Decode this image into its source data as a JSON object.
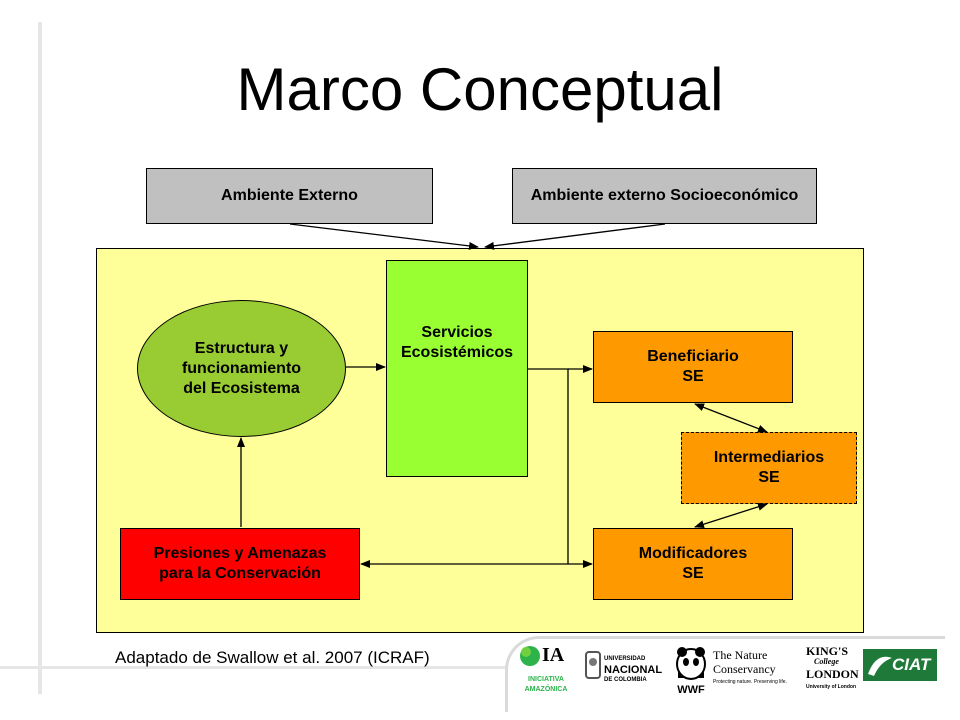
{
  "title": "Marco Conceptual",
  "boxes": {
    "ambiente_externo": "Ambiente Externo",
    "ambiente_socio": "Ambiente externo Socioeconómico",
    "servicios": [
      "Servicios",
      "Ecosistémicos"
    ],
    "estructura": [
      "Estructura y",
      "funcionamiento",
      "del Ecosistema"
    ],
    "beneficiario": [
      "Beneficiario",
      "SE"
    ],
    "intermediarios": [
      "Intermediarios",
      "SE"
    ],
    "modificadores": [
      "Modificadores",
      "SE"
    ],
    "presiones": [
      "Presiones y Amenazas",
      "para la Conservación"
    ]
  },
  "caption": "Adaptado de Swallow et al. 2007 (ICRAF)",
  "logos": {
    "iniciativa": [
      "IA",
      "INICIATIVA",
      "AMAZÓNICA"
    ],
    "unal": [
      "UNIVERSIDAD",
      "NACIONAL",
      "DE COLOMBIA"
    ],
    "wwf": "WWF",
    "tnc": [
      "The Nature",
      "Conservancy",
      "Protecting nature. Preserving life."
    ],
    "kings": [
      "KING'S",
      "College",
      "LONDON",
      "University of London"
    ],
    "ciat": "CIAT"
  },
  "colors": {
    "yellow_area": "#ffff99",
    "gray_box": "#c0c0c0",
    "green_box": "#99ff33",
    "ellipse": "#99cc33",
    "orange_box": "#ff9900",
    "red_box": "#ff0000"
  }
}
